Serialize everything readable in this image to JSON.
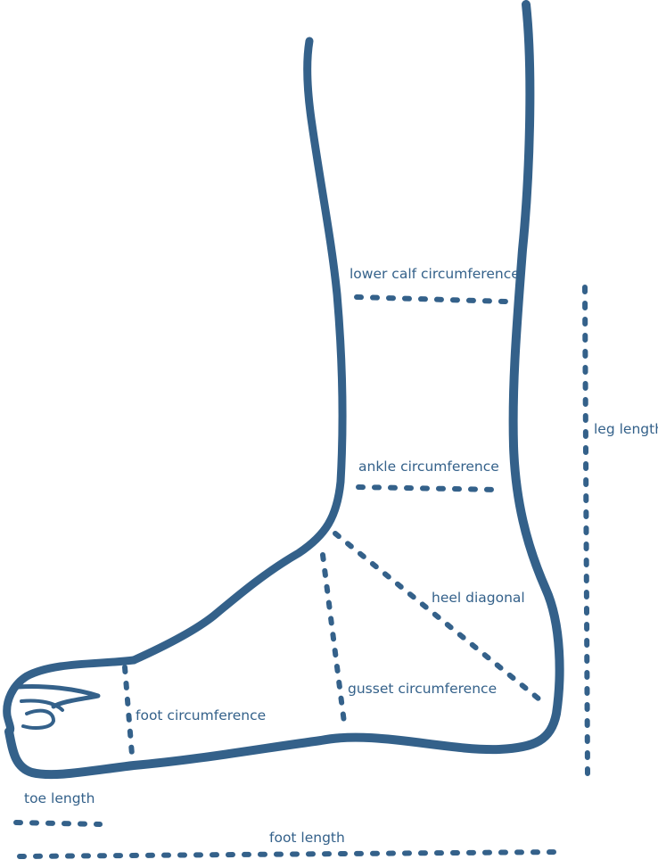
{
  "colors": {
    "ink": "#34618a",
    "background": "#ffffff"
  },
  "labels": {
    "lower_calf": "lower calf circumference",
    "ankle": "ankle circumference",
    "leg_length": "leg length",
    "heel_diagonal": "heel diagonal",
    "gusset": "gusset circumference",
    "foot_circ": "foot circumference",
    "toe_length": "toe length",
    "foot_length": "foot length"
  }
}
